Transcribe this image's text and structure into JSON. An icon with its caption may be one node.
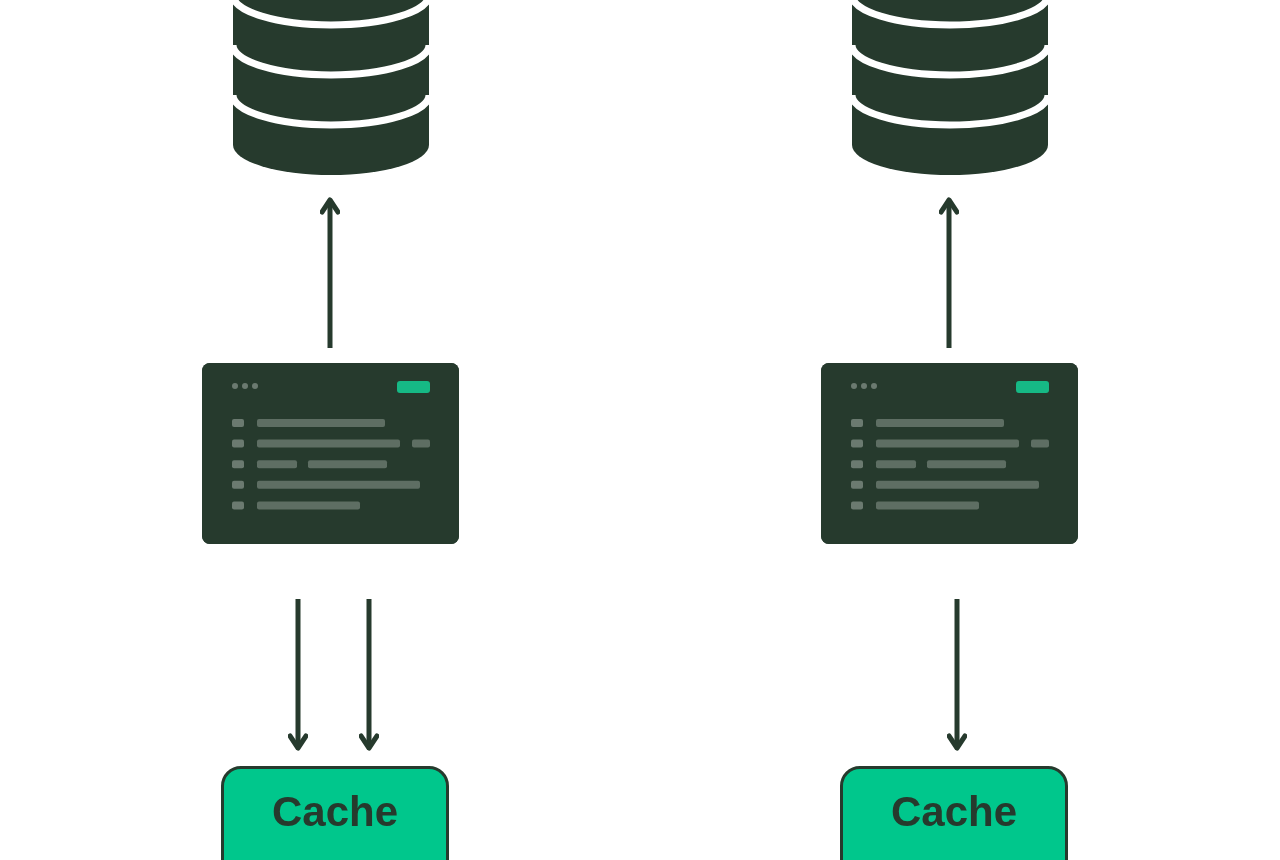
{
  "diagram": {
    "nodes": [
      {
        "text": [],
        "shape": "cylinder"
      },
      {
        "text": [],
        "shape": "box"
      },
      {
        "text": [
          "Cache"
        ]
      },
      {
        "text": [],
        "shape": "cylinder"
      },
      {
        "text": [],
        "shape": "box"
      },
      {
        "text": [
          "Cache"
        ]
      }
    ],
    "edges": [
      {
        "from": 1,
        "to": 0,
        "arrow": "to"
      },
      {
        "from": 1,
        "to": 2,
        "arrow": "to"
      },
      {
        "from": 1,
        "to": 2,
        "arrow": "to"
      },
      {
        "from": 4,
        "to": 3,
        "arrow": "to"
      },
      {
        "from": 4,
        "to": 5,
        "arrow": "to"
      }
    ]
  }
}
